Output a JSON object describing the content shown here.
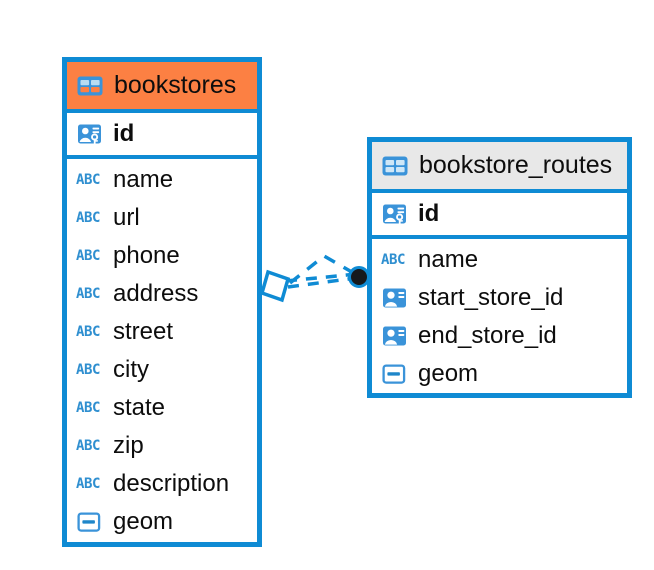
{
  "diagram": {
    "type": "entity-relationship-diagram",
    "background_color": "#ffffff",
    "accent_color": "#0f8bd4",
    "selected_color": "#fc8043",
    "header_color": "#e8e8e8"
  },
  "entities": [
    {
      "name": "bookstores",
      "selected": true,
      "header_icon": "table-icon",
      "primary_keys": [
        {
          "label": "id",
          "icon": "primary-key-icon"
        }
      ],
      "fields": [
        {
          "label": "name",
          "icon": "text-abc-icon"
        },
        {
          "label": "url",
          "icon": "text-abc-icon"
        },
        {
          "label": "phone",
          "icon": "text-abc-icon"
        },
        {
          "label": "address",
          "icon": "text-abc-icon"
        },
        {
          "label": "street",
          "icon": "text-abc-icon"
        },
        {
          "label": "city",
          "icon": "text-abc-icon"
        },
        {
          "label": "state",
          "icon": "text-abc-icon"
        },
        {
          "label": "zip",
          "icon": "text-abc-icon"
        },
        {
          "label": "description",
          "icon": "text-abc-icon"
        },
        {
          "label": "geom",
          "icon": "geometry-icon"
        }
      ]
    },
    {
      "name": "bookstore_routes",
      "selected": false,
      "header_icon": "table-icon",
      "primary_keys": [
        {
          "label": "id",
          "icon": "primary-key-icon"
        }
      ],
      "fields": [
        {
          "label": "name",
          "icon": "text-abc-icon"
        },
        {
          "label": "start_store_id",
          "icon": "foreign-key-icon"
        },
        {
          "label": "end_store_id",
          "icon": "foreign-key-icon"
        },
        {
          "label": "geom",
          "icon": "geometry-icon"
        }
      ]
    }
  ],
  "relationship": {
    "from_entity": "bookstores",
    "to_entity": "bookstore_routes",
    "line_style": "dashed",
    "source_marker": "diamond-outline",
    "target_marker": "filled-circle",
    "color": "#0f8bd4"
  },
  "icons": {
    "abc_text": "ABC"
  }
}
